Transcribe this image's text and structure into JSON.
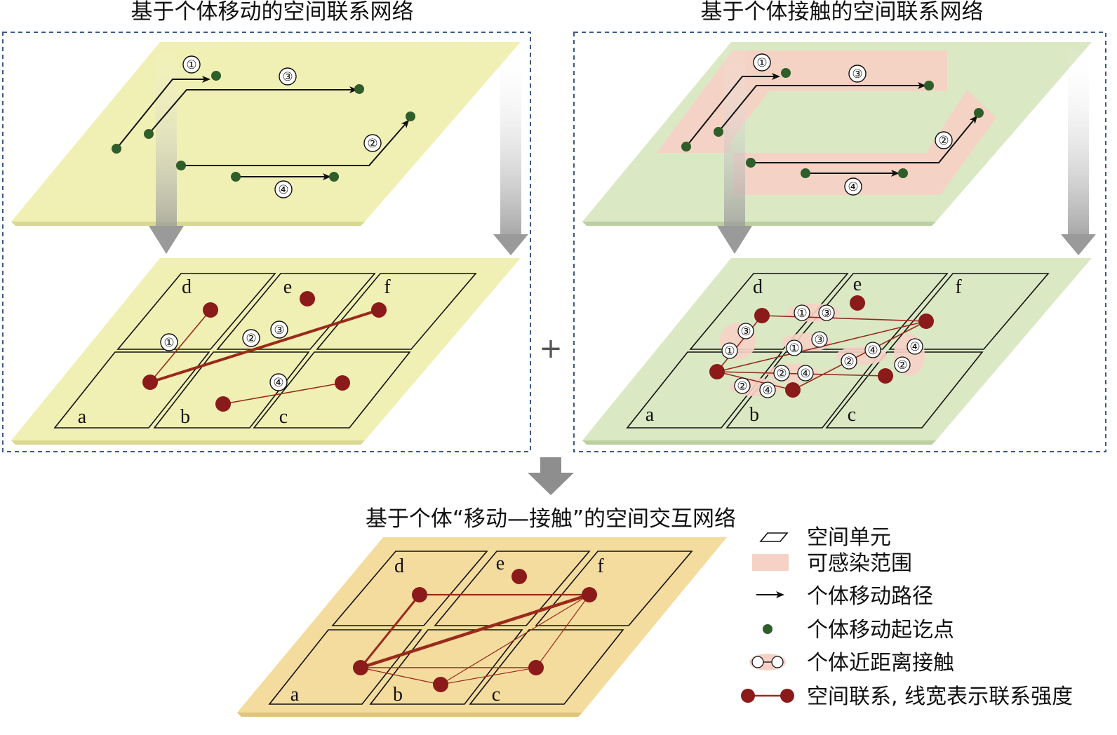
{
  "titles": {
    "movement": "基于个体移动的空间联系网络",
    "contact": "基于个体接触的空间联系网络",
    "combined": "基于个体“移动—接触”的空间交互网络"
  },
  "cell_labels": [
    "a",
    "b",
    "c",
    "d",
    "e",
    "f"
  ],
  "route_labels": [
    "①",
    "②",
    "③",
    "④"
  ],
  "plus_symbol": "+",
  "legend": [
    {
      "icon": "parallelogram",
      "label": "空间单元"
    },
    {
      "icon": "pink-band",
      "label": "可感染范围"
    },
    {
      "icon": "arrow",
      "label": "个体移动路径"
    },
    {
      "icon": "green-dot",
      "label": "个体移动起讫点"
    },
    {
      "icon": "contact-link",
      "label": "个体近距离接触"
    },
    {
      "icon": "red-link",
      "label": "空间联系, 线宽表示联系强度"
    }
  ],
  "colors": {
    "movement_plane": "#f0f0b4",
    "contact_plane": "#dbe8c4",
    "combined_plane": "#f4dc9e",
    "od_point": "#2e5e2a",
    "node": "#8b1a1a",
    "link": "#9a2a1c",
    "infect_zone": "#f6d2c6",
    "frame_dash": "#3a5a8a"
  }
}
